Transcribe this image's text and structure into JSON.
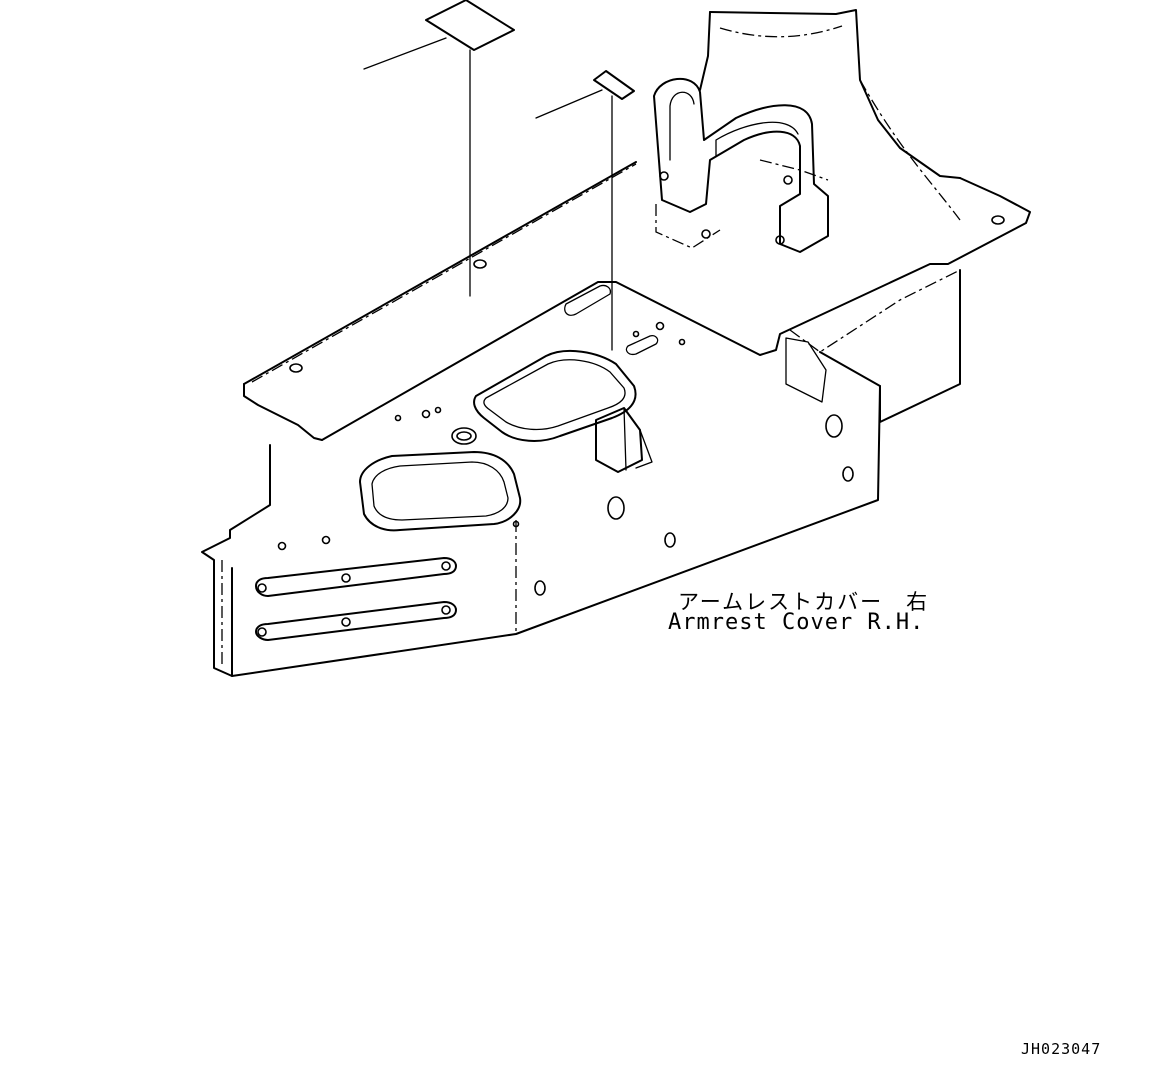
{
  "part_label_jp": "アームレストカバー　右",
  "part_label_en": "Armrest Cover R.H.",
  "drawing_code": "JH023047",
  "line_color": "#000000",
  "background_color": "#ffffff"
}
